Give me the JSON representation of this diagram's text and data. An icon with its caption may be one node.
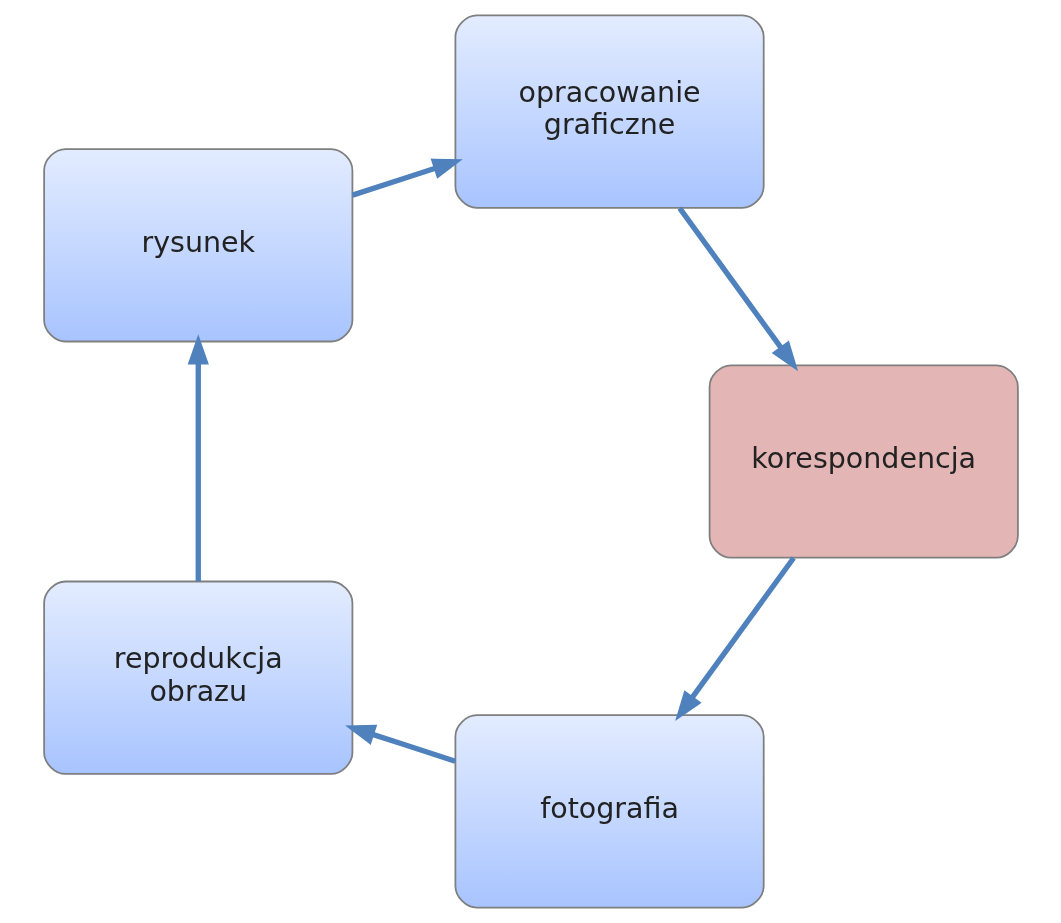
{
  "diagram": {
    "nodes": [
      {
        "text": [
          "fotografia"
        ]
      },
      {
        "text": [
          "reprodukcja obrazu"
        ]
      },
      {
        "text": [
          "rysunek"
        ]
      },
      {
        "text": [
          "opracowanie graficzne"
        ]
      },
      {
        "text": [
          "korespondencja"
        ]
      }
    ],
    "edges": [
      {
        "from": 0,
        "to": 1,
        "arrow": "to"
      },
      {
        "from": 1,
        "to": 2,
        "arrow": "to"
      },
      {
        "from": 2,
        "to": 3,
        "arrow": "to"
      },
      {
        "from": 3,
        "to": 4,
        "arrow": "to"
      },
      {
        "from": 4,
        "to": 0,
        "arrow": "to"
      }
    ]
  }
}
